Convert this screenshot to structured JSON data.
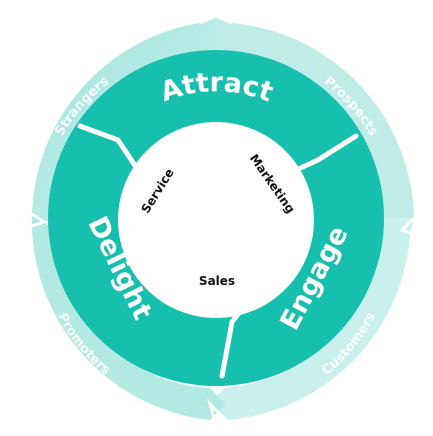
{
  "outer_ring": {
    "labels": [
      "Strangers",
      "Prospects",
      "Customers",
      "Promoters"
    ],
    "colors": [
      "#a8e6e0",
      "#c4efea"
    ]
  },
  "middle_ring": {
    "labels": [
      "Attract",
      "Engage",
      "Delight"
    ],
    "color": "#16bfae",
    "seam_color": "#ffffff"
  },
  "center": {
    "labels": [
      "Service",
      "Marketing",
      "Sales"
    ],
    "color": "#ffffff"
  }
}
